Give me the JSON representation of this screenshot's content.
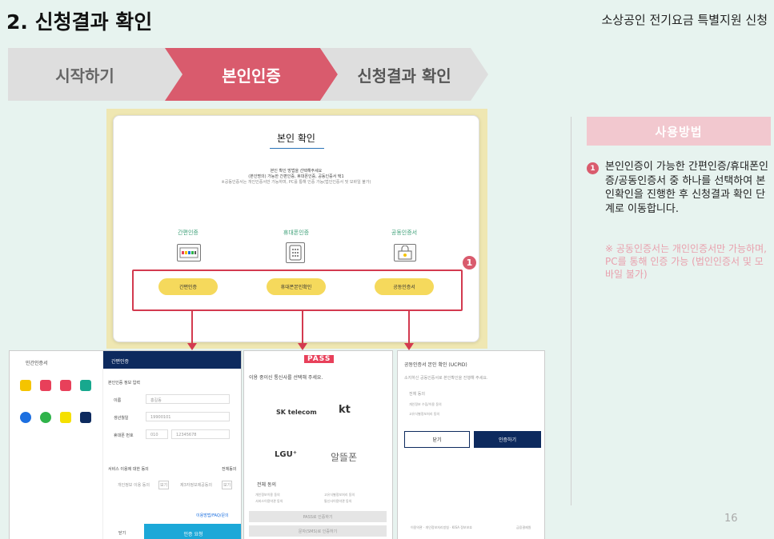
{
  "header": {
    "page_title": "2. 신청결과 확인",
    "doc_title": "소상공인 전기요금 특별지원 신청"
  },
  "steps": [
    {
      "label": "시작하기",
      "state": "inactive"
    },
    {
      "label": "본인인증",
      "state": "active"
    },
    {
      "label": "신청결과 확인",
      "state": "inactive"
    }
  ],
  "card": {
    "title": "본인 확인",
    "desc_line1": "본인 확인 방법을 선택해주세요",
    "desc_line2": "(본인명의) 가능한 간편인증, 휴대폰인증, 공동인증서 택1",
    "desc_line3": "※공동인증서는 개인인증서만 가능하며, PC를 통해 인증 가능(법인인증서 및 모바일 불가)",
    "methods": [
      {
        "label": "간편인증",
        "button": "간편인증",
        "icon": "simple-auth-icon"
      },
      {
        "label": "휴대폰인증",
        "button": "휴대폰본인확인",
        "icon": "phone-auth-icon"
      },
      {
        "label": "공동인증서",
        "button": "공동인증서",
        "icon": "certificate-icon"
      }
    ],
    "badge": "1"
  },
  "sidebar": {
    "header": "사용방법",
    "badge": "1",
    "text": "본인인증이 가능한 간편인증/휴대폰인증/공동인증서 중 하나를 선택하여 본인확인을 진행한 후 신청결과 확인 단계로 이동합니다.",
    "note": "※ 공동인증서는 개인인증서만 가능하며, PC를 통해 인증 가능 (법인인증서 및 모바일 불가)",
    "page_number": "16"
  },
  "shot_simple": {
    "left_title": "민간인증서",
    "right_title": "간편인증",
    "section": "본인인증 정보 입력",
    "field_name": "이름",
    "field_name_value": "홍길동",
    "field_birth": "생년월일",
    "field_birth_value": "19900101",
    "field_phone": "휴대폰 번호",
    "field_phone_prefix": "010",
    "field_phone_value": "12345678",
    "consent": "서비스 이용에 대한 동의",
    "consent_all": "전체동의",
    "terms1": "개인정보 이용 동의",
    "terms2": "제3자정보제공동의",
    "view": "보기",
    "help": "이용방법/FAQ/문의",
    "close": "닫기",
    "submit": "인증 요청"
  },
  "shot_pass": {
    "logo": "PASS",
    "prompt": "이용 중이신 통신사를 선택해 주세요.",
    "carriers": [
      "SK telecom",
      "kt",
      "LGU⁺",
      "알뜰폰"
    ],
    "agree_all": "전체 동의",
    "agree_items": [
      "개인정보이용 동의",
      "고유식별정보처리 동의",
      "서비스이용약관 동의",
      "통신사이용약관 동의"
    ],
    "btn1": "PASS로 인증하기",
    "btn2": "문자(SMS)로 인증하기"
  },
  "shot_cert": {
    "title": "공동인증서 본인 확인 (UCPID)",
    "subtitle": "소지하신 공동인증서로 본인확인을 진행해 주세요.",
    "agree_all": "전체 동의",
    "agree_items": [
      "개인정보 수집/이용 동의",
      "고유식별정보처리 동의"
    ],
    "close": "닫기",
    "submit": "인증하기",
    "footer1": "이용약관 · 개인정보처리방침 · KISA 정보보호",
    "footer2": "금융결제원"
  }
}
